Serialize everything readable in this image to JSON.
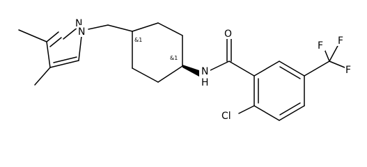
{
  "atoms": {
    "n_ring_top": "N",
    "n_ring_sub": "N",
    "amide_o": "O",
    "amide_nh": "N",
    "amide_h": "H",
    "chloro": "Cl",
    "f_top": "F",
    "f_left": "F",
    "f_right": "F"
  },
  "stereo_labels": {
    "c_left": "&1",
    "c_right": "&1"
  }
}
